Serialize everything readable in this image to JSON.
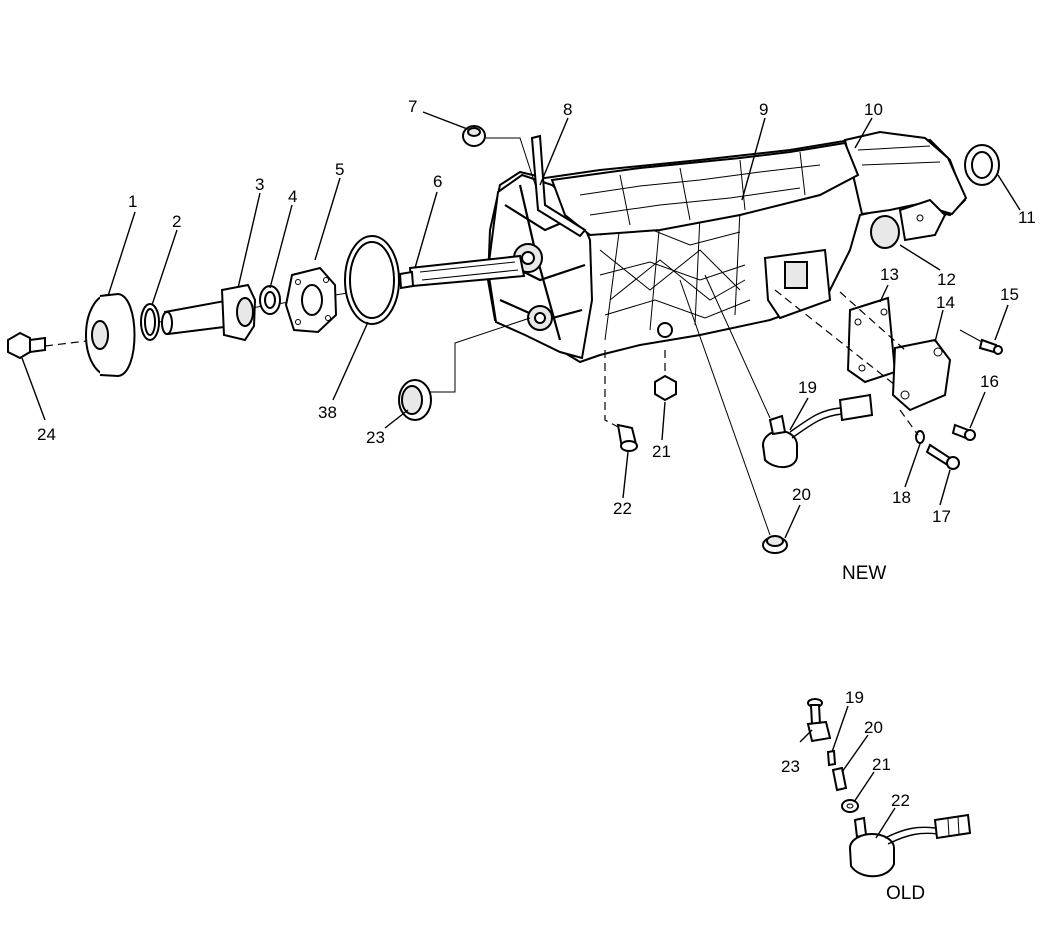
{
  "captions": {
    "new": "NEW",
    "old": "OLD"
  },
  "callouts": {
    "c1": "1",
    "c2": "2",
    "c3": "3",
    "c4": "4",
    "c5": "5",
    "c6": "6",
    "c7": "7",
    "c8": "8",
    "c9": "9",
    "c10": "10",
    "c11": "11",
    "c12": "12",
    "c13": "13",
    "c14": "14",
    "c15": "15",
    "c16": "16",
    "c17": "17",
    "c18": "18",
    "c19": "19",
    "c20": "20",
    "c21": "21",
    "c22": "22",
    "c23": "23",
    "c24": "24",
    "c38": "38",
    "o19": "19",
    "o20": "20",
    "o21": "21",
    "o22": "22",
    "o23": "23"
  }
}
